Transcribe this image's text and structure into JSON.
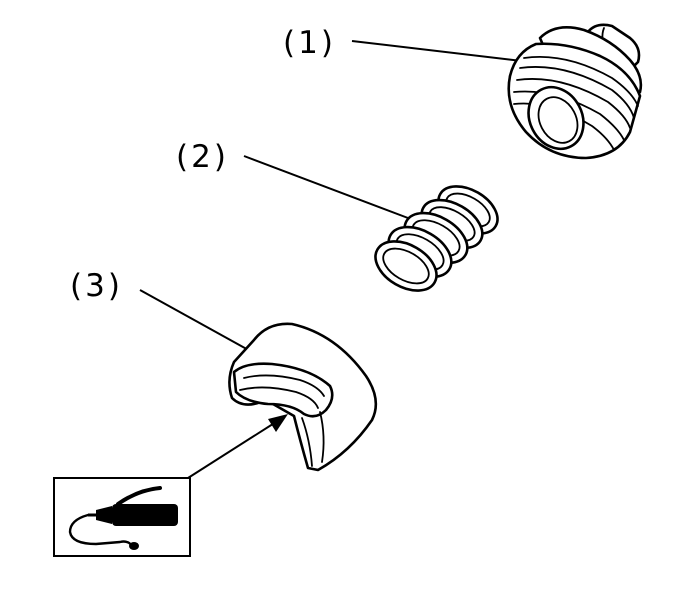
{
  "callouts": [
    {
      "id": "1",
      "label": "(1)"
    },
    {
      "id": "2",
      "label": "(2)"
    },
    {
      "id": "3",
      "label": "(3)"
    }
  ],
  "icons": {
    "grease_gun": "grease-gun-icon"
  },
  "colors": {
    "line": "#000000",
    "background": "#ffffff"
  }
}
